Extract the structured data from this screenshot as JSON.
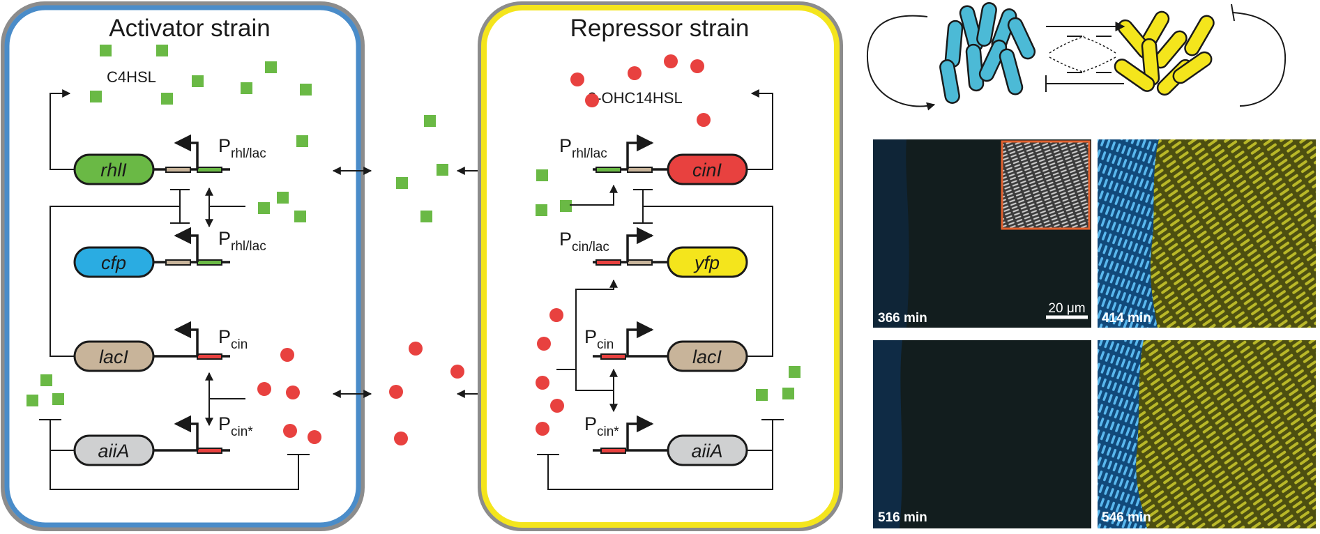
{
  "activator": {
    "title": "Activator strain",
    "signal": "C4HSL",
    "genes": [
      "rhlI",
      "cfp",
      "lacI",
      "aiiA"
    ],
    "promoters": [
      {
        "main": "P",
        "sub": "rhl/lac"
      },
      {
        "main": "P",
        "sub": "rhl/lac"
      },
      {
        "main": "P",
        "sub": "cin"
      },
      {
        "main": "P",
        "sub": "cin*"
      }
    ]
  },
  "repressor": {
    "title": "Repressor strain",
    "signal": "3-OHC14HSL",
    "genes": [
      "cinI",
      "yfp",
      "lacI",
      "aiiA"
    ],
    "promoters": [
      {
        "main": "P",
        "sub": "rhl/lac"
      },
      {
        "main": "P",
        "sub": "cin/lac"
      },
      {
        "main": "P",
        "sub": "cin"
      },
      {
        "main": "P",
        "sub": "cin*"
      }
    ]
  },
  "micrographs": [
    {
      "time": "366 min"
    },
    {
      "time": "414 min"
    },
    {
      "time": "516 min"
    },
    {
      "time": "546 min"
    }
  ],
  "scale_bar": "20 μm",
  "colors": {
    "activator_border": "#4a8cc9",
    "repressor_border": "#f4e51c",
    "outer_border": "#8c8c8c",
    "c4hsl": "#6ab945",
    "ohc14hsl": "#e8413f",
    "rhlI": "#6ab945",
    "cinI": "#e8413f",
    "cfp": "#2aace2",
    "yfp": "#f4e51c",
    "lacI": "#c8b49a",
    "aiiA": "#cfd0d1",
    "cyan_cell": "#4cbad6",
    "yellow_cell": "#f4e51c"
  }
}
